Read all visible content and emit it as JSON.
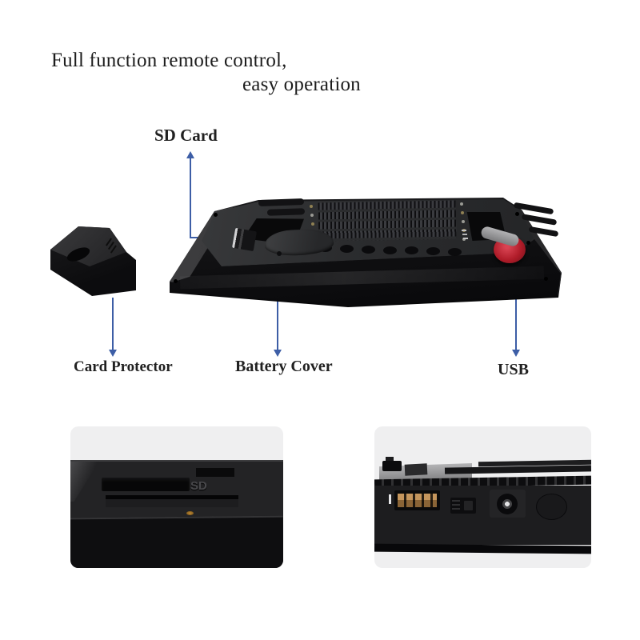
{
  "title": {
    "line1": "Full function remote control,",
    "line2": "easy operation"
  },
  "labels": {
    "sd_card": "SD Card",
    "card_protector": "Card Protector",
    "battery_cover": "Battery Cover",
    "usb": "USB"
  },
  "closeup": {
    "sd_embossed": "SD"
  },
  "colors": {
    "annotation_blue": "#3d5ea6",
    "red_usb_cap": "#b01c29",
    "usb_tongue": "#b5854e",
    "photo_background": "#efeff0",
    "device_black": "#101012"
  }
}
